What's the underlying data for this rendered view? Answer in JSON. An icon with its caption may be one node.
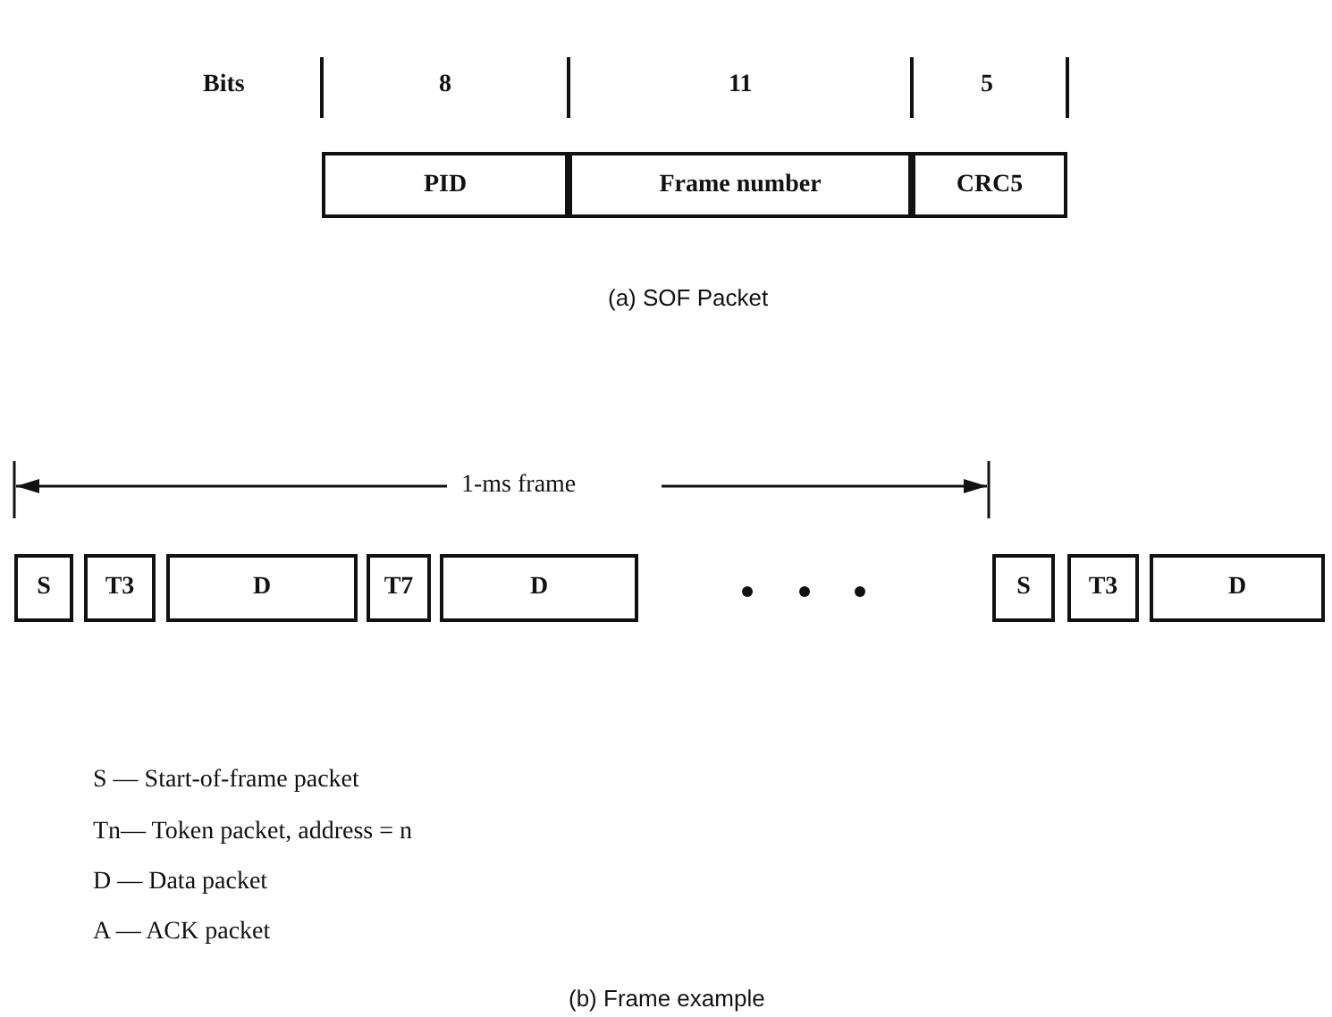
{
  "diagram": {
    "nodes": [
      {
        "text": [
          "PID"
        ]
      },
      {
        "text": [
          "Frame number"
        ]
      },
      {
        "text": [
          "CRC5"
        ]
      },
      {
        "text": [
          "S"
        ]
      },
      {
        "text": [
          "T3"
        ]
      },
      {
        "text": [
          "D"
        ]
      },
      {
        "text": [
          "T7"
        ]
      },
      {
        "text": [
          "D"
        ]
      },
      {
        "text": [
          "S"
        ]
      },
      {
        "text": [
          "T3"
        ]
      },
      {
        "text": [
          "D"
        ]
      }
    ],
    "edges": [],
    "labels": [
      "Bits",
      "8",
      "11",
      "5",
      "(a) SOF Packet",
      "1-ms frame",
      "S — Start-of-frame packet",
      "Tn— Token packet, address = n",
      "D — Data packet",
      "A — ACK packet",
      "(b) Frame example"
    ]
  }
}
